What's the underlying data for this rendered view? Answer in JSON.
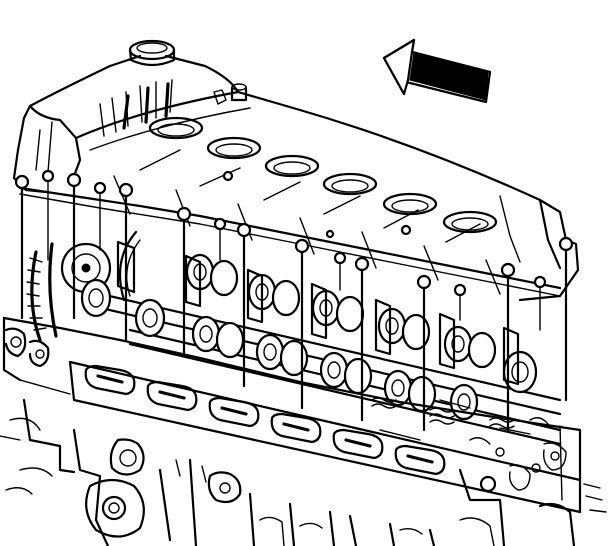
{
  "colors": {
    "line": "#000000",
    "background": "#ffffff"
  },
  "diagram": {
    "subject": "engine-cylinder-head-cover-removal",
    "direction_arrow": "front-of-engine-arrow-icon",
    "bolt_count": 16,
    "cam_lobe_rows": 2,
    "spark_plug_bores": 6
  }
}
